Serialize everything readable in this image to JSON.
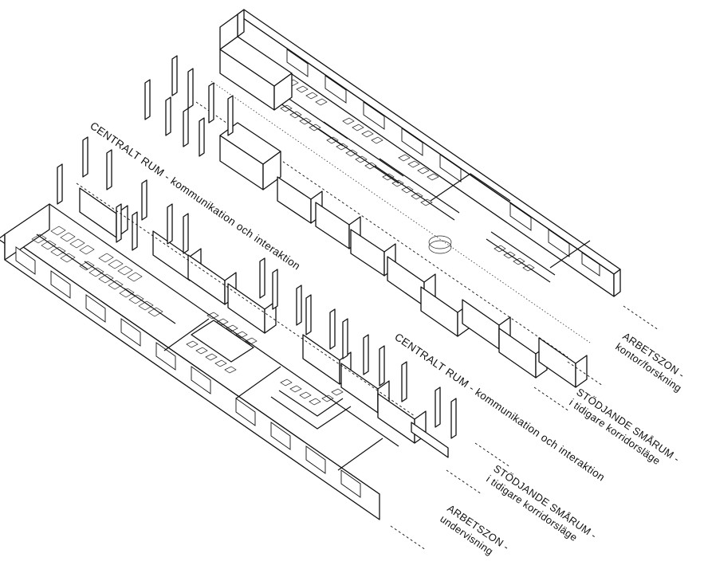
{
  "plan_labels": {
    "central_room_left": "CENTRALT RUM - kommunikation och interaktion",
    "central_room_right": "CENTRALT RUM - kommunikation och interaktion"
  },
  "zone_labels": [
    {
      "id": "work-office",
      "line1": "ARBETSZON -",
      "line2": "kontor/forskning"
    },
    {
      "id": "support-upper",
      "line1": "STÖDJANDE SMÅRUM -",
      "line2": "i tidigare korridorsläge"
    },
    {
      "id": "support-lower",
      "line1": "STÖDJANDE SMÅRUM -",
      "line2": "i tidigare korridorsläge"
    },
    {
      "id": "work-teaching",
      "line1": "ARBETSZON -",
      "line2": "undervisning"
    }
  ]
}
